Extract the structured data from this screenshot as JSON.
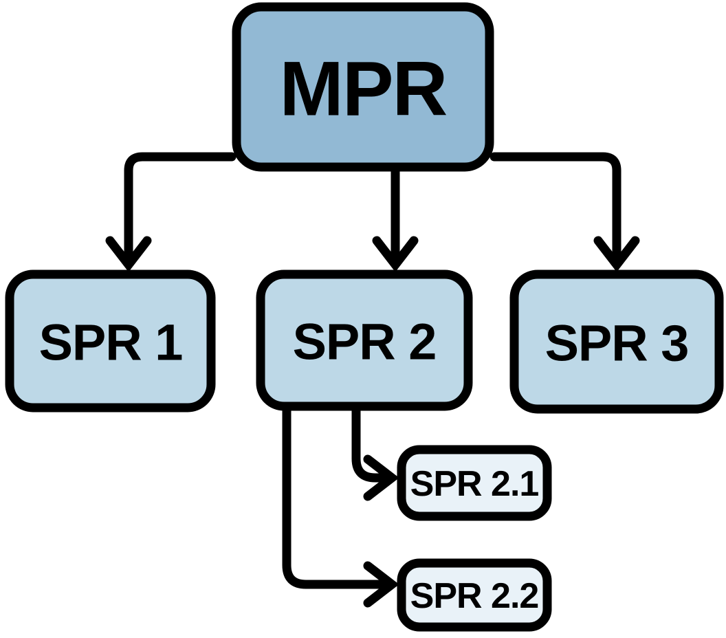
{
  "diagram": {
    "type": "hierarchy-flowchart",
    "nodes": {
      "mpr": {
        "label": "MPR",
        "level": "root"
      },
      "spr1": {
        "label": "SPR 1",
        "level": "child"
      },
      "spr2": {
        "label": "SPR 2",
        "level": "child"
      },
      "spr3": {
        "label": "SPR 3",
        "level": "child"
      },
      "spr21": {
        "label": "SPR 2.1",
        "level": "grandchild"
      },
      "spr22": {
        "label": "SPR 2.2",
        "level": "grandchild"
      }
    },
    "edges": [
      {
        "from": "MPR",
        "to": "SPR 1"
      },
      {
        "from": "MPR",
        "to": "SPR 2"
      },
      {
        "from": "MPR",
        "to": "SPR 3"
      },
      {
        "from": "SPR 2",
        "to": "SPR 2.1"
      },
      {
        "from": "SPR 2",
        "to": "SPR 2.2"
      }
    ]
  },
  "colors": {
    "background": "#ffffff",
    "outline": "#000000",
    "text": "#000000",
    "root_fill": "#92b9d4",
    "child_fill": "#bdd8e7",
    "grandchild_fill": "#e9f2f8"
  }
}
